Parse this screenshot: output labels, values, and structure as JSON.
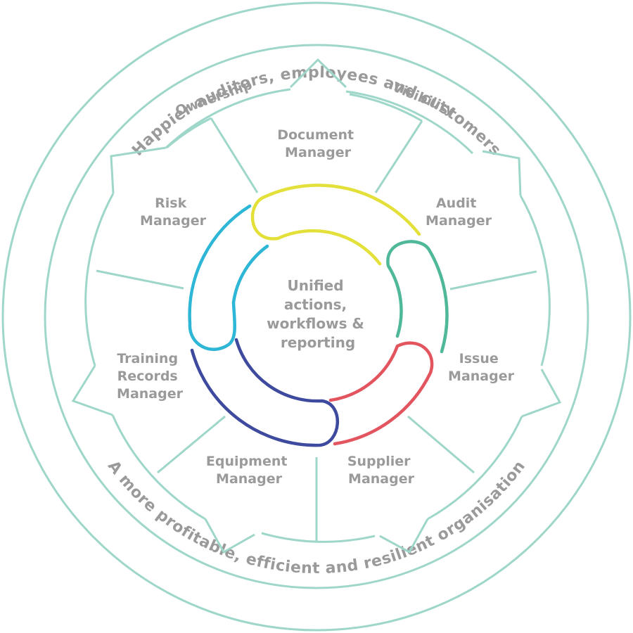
{
  "outer_ring": {
    "top_text": "Happier auditors, employees and customers",
    "bottom_text": "A more profitable, efficient and resilient organisation"
  },
  "arc_labels": {
    "ownership": "Ownership",
    "visibility": "Visibility"
  },
  "modules": {
    "document": [
      "Document",
      "Manager"
    ],
    "audit": [
      "Audit",
      "Manager"
    ],
    "issue": [
      "Issue",
      "Manager"
    ],
    "supplier": [
      "Supplier",
      "Manager"
    ],
    "equipment": [
      "Equipment",
      "Manager"
    ],
    "training": [
      "Training",
      "Records",
      "Manager"
    ],
    "risk": [
      "Risk",
      "Manager"
    ]
  },
  "center": [
    "Unified",
    "actions,",
    "workflows &",
    "reporting"
  ],
  "colors": {
    "ring": "#9ed7c9",
    "text": "#9a9a9a",
    "yellow": "#e3e03a",
    "green": "#4fb898",
    "red": "#e2555f",
    "navy": "#3d4a9e",
    "cyan": "#2db6d6"
  }
}
